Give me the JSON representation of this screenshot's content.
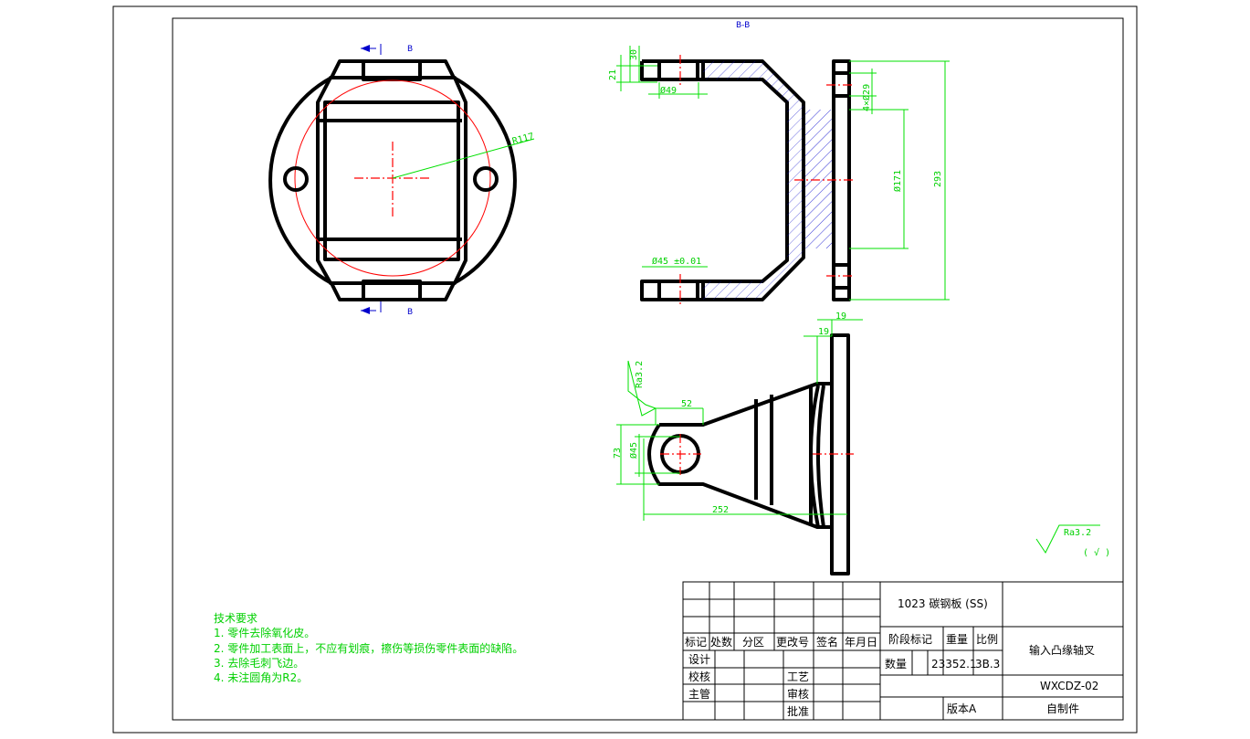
{
  "section_label": "B-B",
  "section_marks": [
    "B",
    "B"
  ],
  "dimensions": {
    "top_view_radius": "R117",
    "d30": "30",
    "d21": "21",
    "d49": "Ø49",
    "d29": "4×Ø29",
    "d171": "Ø171",
    "d293": "293",
    "d45_tol": "Ø45  ±0.01",
    "d19a": "19",
    "d19b": "19",
    "d52": "52",
    "d73": "73",
    "d45": "Ø45",
    "d252": "252",
    "ra_local": "Ra3.2"
  },
  "surface_finish": {
    "value": "Ra3.2",
    "note": "( √ )"
  },
  "tech_requirements": {
    "title": "技术要求",
    "items": [
      "1. 零件去除氧化皮。",
      "2. 零件加工表面上，不应有划痕，擦伤等损伤零件表面的缺陷。",
      "3. 去除毛刺飞边。",
      "4. 未注圆角为R2。"
    ]
  },
  "title_block": {
    "headers": [
      "标记",
      "处数",
      "分区",
      "更改号",
      "签名",
      "年月日"
    ],
    "design": "设计",
    "check": "校核",
    "manager": "主管",
    "process": "工艺",
    "review": "审核",
    "approve": "批准",
    "material": "1023 碳钢板 (SS)",
    "stage_mark": "阶段标记",
    "weight": "重量",
    "scale": "比例",
    "quantity": "数量",
    "weight_value": "23352.1",
    "scale_value": "3B.3",
    "part_name": "输入凸缘轴叉",
    "drawing_no": "WXCDZ-02",
    "version": "版本A",
    "source": "自制件"
  },
  "colors": {
    "dimension": "#00e000",
    "centerline": "#ff0000",
    "section": "#0000cc"
  }
}
